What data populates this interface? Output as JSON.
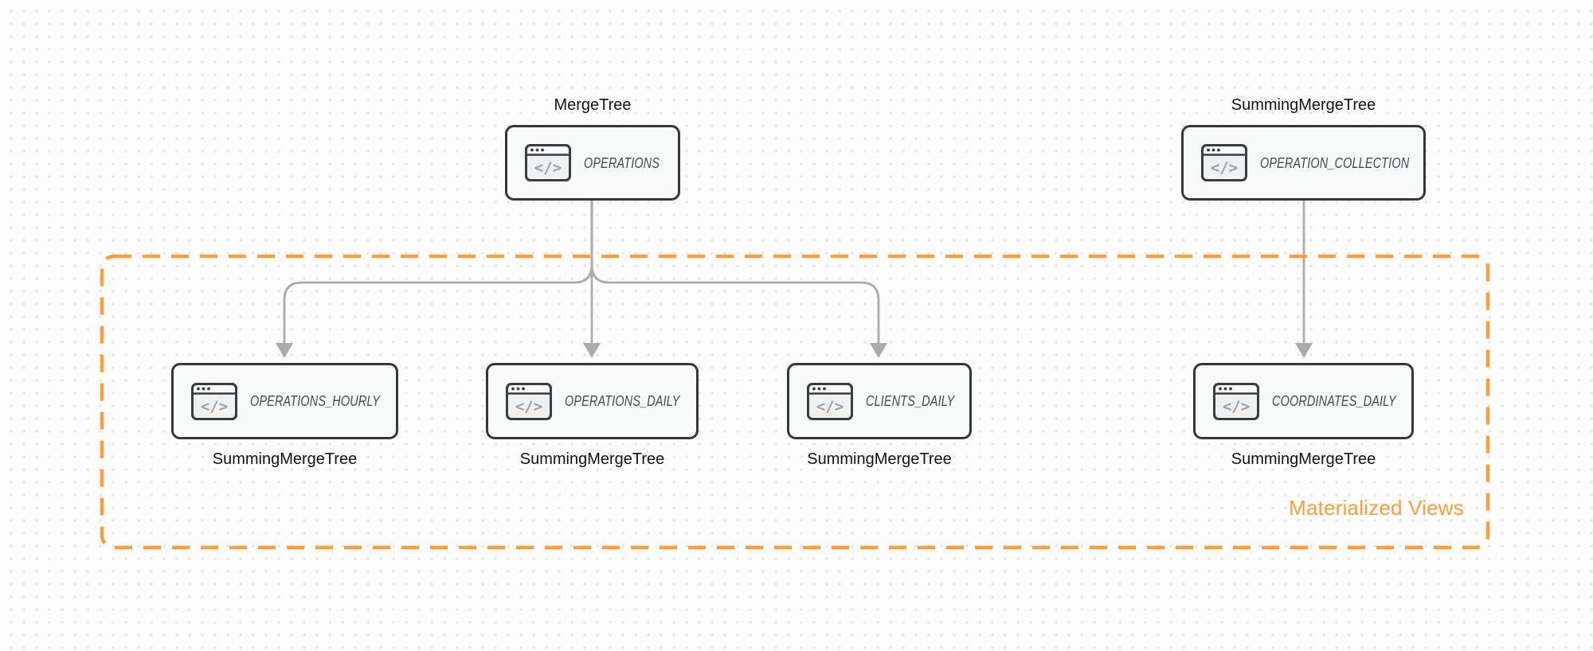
{
  "nodes": [
    {
      "id": "operations",
      "name": "OPERATIONS",
      "engine": "MergeTree"
    },
    {
      "id": "operation_collection",
      "name": "OPERATION_COLLECTION",
      "engine": "SummingMergeTree"
    },
    {
      "id": "operations_hourly",
      "name": "OPERATIONS_HOURLY",
      "engine": "SummingMergeTree"
    },
    {
      "id": "operations_daily",
      "name": "OPERATIONS_DAILY",
      "engine": "SummingMergeTree"
    },
    {
      "id": "clients_daily",
      "name": "CLIENTS_DAILY",
      "engine": "SummingMergeTree"
    },
    {
      "id": "coordinates_daily",
      "name": "COORDINATES_DAILY",
      "engine": "SummingMergeTree"
    }
  ],
  "group": {
    "label": "Materialized Views"
  },
  "icon_glyph": "</>",
  "colors": {
    "accent": "#F9A03C",
    "arrow": "#ABABAB",
    "node_border": "#33383D",
    "node_fill": "#F8F9F9",
    "name_text": "#43484D",
    "engine_text": "#141414"
  }
}
